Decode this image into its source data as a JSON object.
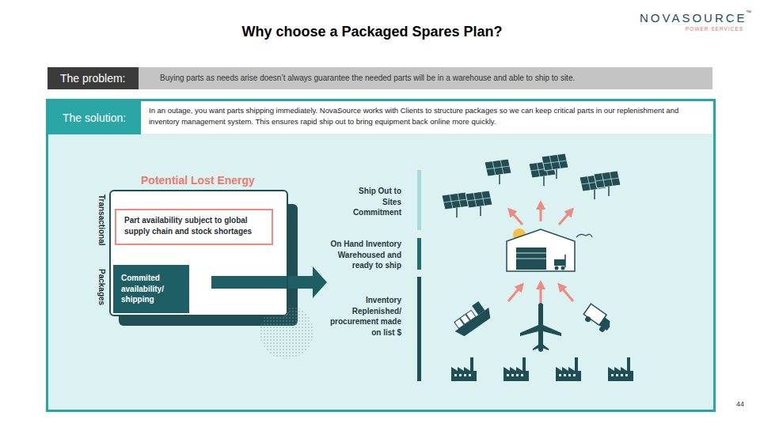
{
  "diagram": {
    "title": "Why choose a Packaged Spares Plan?",
    "nodes": [
      {
        "text": [
          "The problem:",
          "Buying parts as needs arise doesn’t always guarantee the needed parts will be in a warehouse and able to ship to site."
        ]
      },
      {
        "text": [
          "The solution:",
          "In an outage, you want parts shipping immediately.  NovaSource works with Clients to structure packages so we can keep critical parts in our replenishment and inventory management system. This ensures rapid ship out to bring equipment back online more quickly."
        ]
      },
      {
        "text": [
          "Potential Lost Energy"
        ],
        "in": 1
      },
      {
        "text": [
          "Part availability subject to global supply chain and stock shortages"
        ],
        "in": 2
      },
      {
        "text": [
          "Commited availability/ shipping"
        ],
        "in": 2
      }
    ],
    "labels": [
      "NOVASOURCE",
      "™",
      "POWER SERVICES",
      "Transactional",
      "Packages",
      "Ship Out to Sites Commitment",
      "On Hand Inventory Warehoused and ready to ship",
      "Inventory Replenished/ procurement made on list $",
      "44"
    ]
  }
}
